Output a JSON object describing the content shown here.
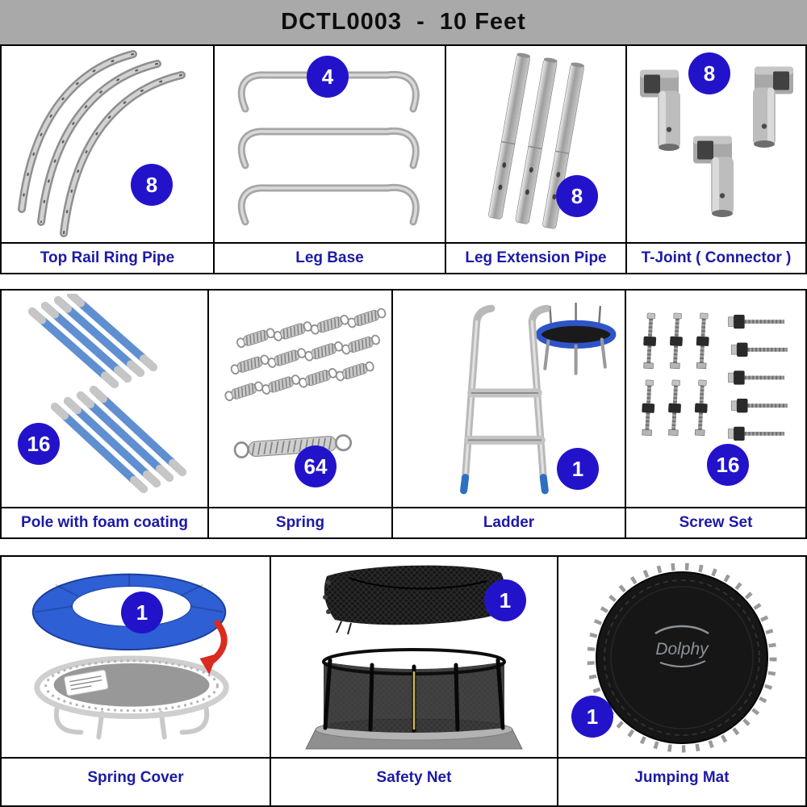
{
  "header": {
    "title": "DCTL0003  -  10 Feet"
  },
  "colors": {
    "header_bg": "#a9a9a9",
    "border": "#000000",
    "badge_bg": "#2213cb",
    "badge_text": "#ffffff",
    "label_color": "#1c1aa6",
    "pole_blue": "#5f8fd0",
    "cover_blue": "#2e5fd4",
    "arrow_red": "#d92b1f"
  },
  "sections": [
    {
      "cells": [
        {
          "label": "Top Rail Ring Pipe",
          "qty": "8"
        },
        {
          "label": "Leg Base",
          "qty": "4"
        },
        {
          "label": "Leg Extension Pipe",
          "qty": "8"
        },
        {
          "label": "T-Joint ( Connector )",
          "qty": "8"
        }
      ]
    },
    {
      "cells": [
        {
          "label": "Pole with foam coating",
          "qty": "16"
        },
        {
          "label": "Spring",
          "qty": "64"
        },
        {
          "label": "Ladder",
          "qty": "1"
        },
        {
          "label": "Screw Set",
          "qty": "16"
        }
      ]
    },
    {
      "cells": [
        {
          "label": "Spring Cover",
          "qty": "1"
        },
        {
          "label": "Safety Net",
          "qty": "1"
        },
        {
          "label": "Jumping Mat",
          "qty": "1"
        }
      ]
    }
  ],
  "jumping_mat_logo": "Dolphy"
}
